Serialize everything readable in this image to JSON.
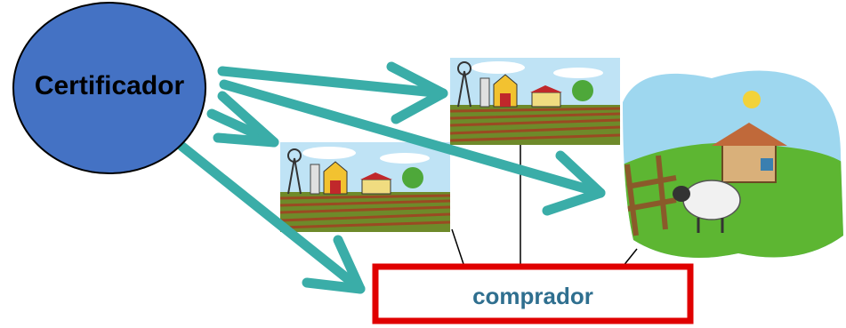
{
  "certifier": {
    "label": "Certificador",
    "fill": "#4472c4",
    "stroke": "#000000"
  },
  "buyer": {
    "label": "comprador",
    "border_color": "#e00000",
    "text_color": "#2f6f8f"
  },
  "arrow_color": "#3aada8",
  "images": [
    {
      "name": "farm-image-top",
      "depicts": "farm with barn, silo, windmill and field"
    },
    {
      "name": "farm-image-middle",
      "depicts": "farm with barn, silo, windmill and field"
    },
    {
      "name": "sheep-farm-image",
      "depicts": "sheep behind fence with farmhouse"
    }
  ]
}
